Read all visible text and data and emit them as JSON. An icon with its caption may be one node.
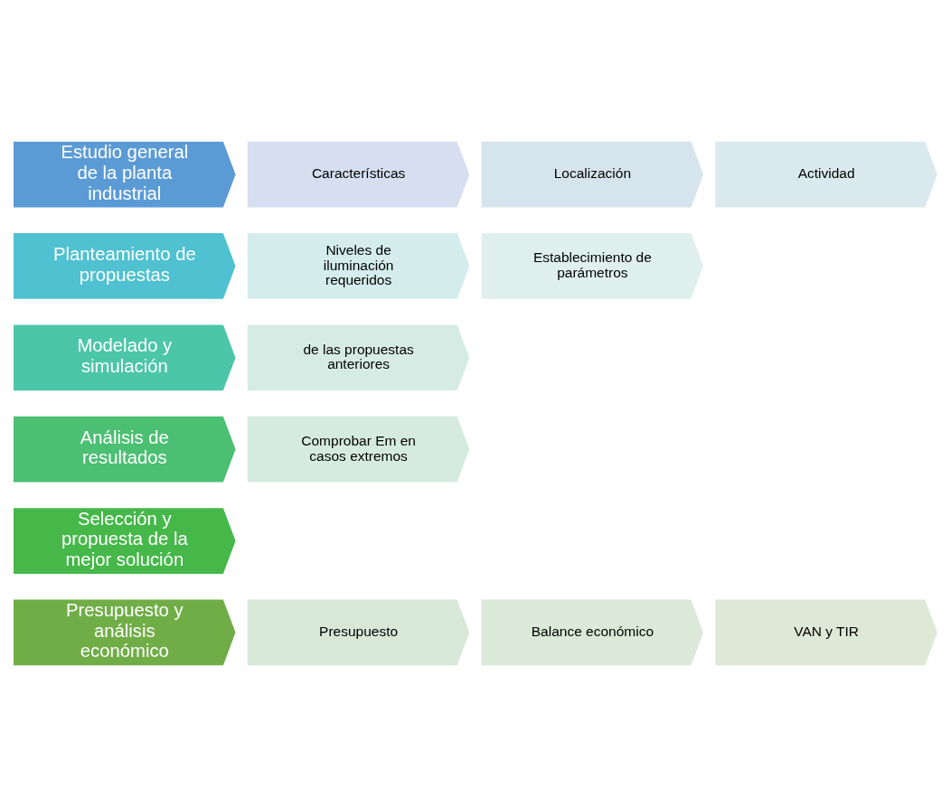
{
  "diagram": {
    "nodes": [
      {
        "text": [
          "Estudio general de la planta industrial"
        ]
      },
      {
        "text": [
          "Características"
        ]
      },
      {
        "text": [
          "Localización"
        ]
      },
      {
        "text": [
          "Actividad"
        ]
      },
      {
        "text": [
          "Planteamiento de propuestas"
        ]
      },
      {
        "text": [
          "Niveles de iluminación requeridos"
        ]
      },
      {
        "text": [
          "Establecimiento de parámetros"
        ]
      },
      {
        "text": [
          "Modelado y simulación"
        ]
      },
      {
        "text": [
          "de las propuestas anteriores"
        ]
      },
      {
        "text": [
          "Análisis de resultados"
        ]
      },
      {
        "text": [
          "Comprobar Em en casos extremos"
        ]
      },
      {
        "text": [
          "Selección y propuesta de la mejor solución"
        ]
      },
      {
        "text": [
          "Presupuesto y análisis económico"
        ]
      },
      {
        "text": [
          "Presupuesto"
        ]
      },
      {
        "text": [
          "Balance económico"
        ]
      },
      {
        "text": [
          "VAN y TIR"
        ]
      }
    ],
    "edges": []
  }
}
